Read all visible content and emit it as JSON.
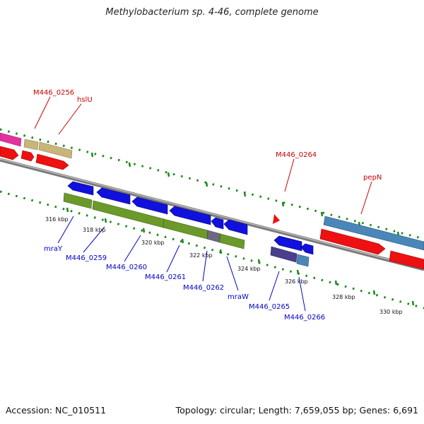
{
  "title": "Methylobacterium sp. 4-46, complete genome",
  "footer": {
    "accession": "Accession: NC_010511",
    "summary": "Topology: circular; Length: 7,659,055 bp; Genes: 6,691"
  },
  "colors": {
    "label_red": "#cc0000",
    "label_blue": "#0000cc",
    "tick_green": "#1a8a1a",
    "backbone": "#777777"
  },
  "scale": {
    "ticks": [
      {
        "label": "316 kbp"
      },
      {
        "label": "318 kbp"
      },
      {
        "label": "320 kbp"
      },
      {
        "label": "322 kbp"
      },
      {
        "label": "324 kbp"
      },
      {
        "label": "326 kbp"
      },
      {
        "label": "328 kbp"
      },
      {
        "label": "330 kbp"
      }
    ]
  },
  "gene_labels": {
    "forward": [
      {
        "text": "M446_0256"
      },
      {
        "text": "hslU"
      },
      {
        "text": "M446_0264"
      },
      {
        "text": "pepN"
      }
    ],
    "reverse": [
      {
        "text": "mraY"
      },
      {
        "text": "M446_0259"
      },
      {
        "text": "M446_0260"
      },
      {
        "text": "M446_0261"
      },
      {
        "text": "M446_0262"
      },
      {
        "text": "mraW"
      },
      {
        "text": "M446_0265"
      },
      {
        "text": "M446_0266"
      }
    ]
  }
}
